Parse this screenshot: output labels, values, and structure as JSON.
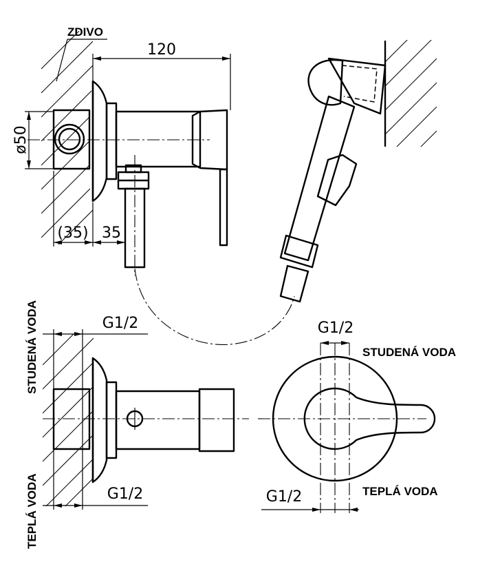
{
  "labels": {
    "wall": "ZDIVO",
    "cold_water_top": "STUDENÁ VODA",
    "hot_water_bottom": "TEPLÁ VODA",
    "cold_water_left": "STUDENÁ VODA",
    "hot_water_left": "TEPLÁ VODA"
  },
  "dimensions": {
    "width": "120",
    "diameter": "ø50",
    "depth_ref": "(35)",
    "pipe_offset": "35",
    "thread_front_top": "G1/2",
    "thread_front_bottom": "G1/2",
    "thread_plan_top": "G1/2",
    "thread_plan_bottom": "G1/2"
  }
}
